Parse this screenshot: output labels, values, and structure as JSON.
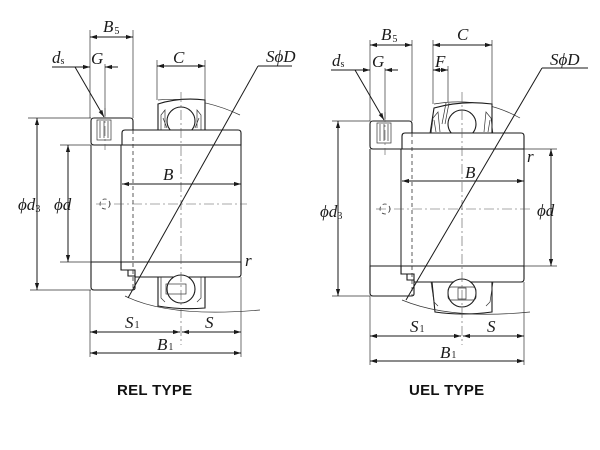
{
  "figures": [
    {
      "id": "rel",
      "caption": "REL TYPE",
      "labels": {
        "B5": "B",
        "B5_sub": "5",
        "ds": "d",
        "ds_sub": "s",
        "G": "G",
        "C": "C",
        "SphiD": "SϕD",
        "phid3": "ϕd",
        "phid3_sub": "3",
        "phid": "ϕd",
        "B": "B",
        "r": "r",
        "S1": "S",
        "S1_sub": "1",
        "S": "S",
        "B1": "B",
        "B1_sub": "1"
      }
    },
    {
      "id": "uel",
      "caption": "UEL TYPE",
      "labels": {
        "B5": "B",
        "B5_sub": "5",
        "ds": "d",
        "ds_sub": "s",
        "G": "G",
        "C": "C",
        "F": "F",
        "SphiD": "SϕD",
        "phid3": "ϕd",
        "phid3_sub": "3",
        "phid": "ϕd",
        "B": "B",
        "r": "r",
        "S1": "S",
        "S1_sub": "1",
        "S": "S",
        "B1": "B",
        "B1_sub": "1"
      }
    }
  ]
}
